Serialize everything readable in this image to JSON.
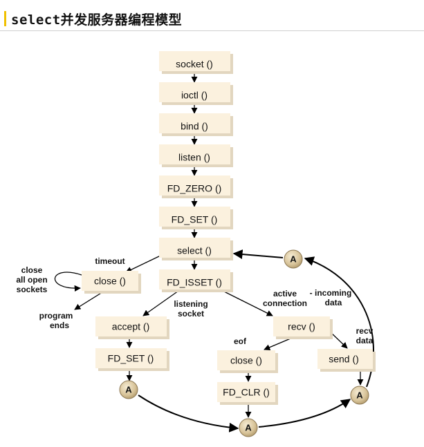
{
  "page": {
    "title": "select并发服务器编程模型"
  },
  "diagram": {
    "nodes": {
      "socket": "socket ()",
      "ioctl": "ioctl ()",
      "bind": "bind ()",
      "listen": "listen ()",
      "fd_zero": "FD_ZERO ()",
      "fd_set_main": "FD_SET ()",
      "select": "select ()",
      "fd_isset": "FD_ISSET ()",
      "close_timeout": "close ()",
      "accept": "accept ()",
      "fd_set_accept": "FD_SET ()",
      "recv": "recv ()",
      "close_eof": "close ()",
      "fd_clr": "FD_CLR ()",
      "send": "send ()"
    },
    "labels": {
      "timeout": "timeout",
      "close_all_1": "close",
      "close_all_2": "all open",
      "close_all_3": "sockets",
      "program_ends_1": "program",
      "program_ends_2": "ends",
      "listening_1": "listening",
      "listening_2": "socket",
      "active_1": "active",
      "active_2": "connection",
      "incoming_1": "- incoming",
      "incoming_2": "data",
      "eof": "eof",
      "recv_data_1": "recv",
      "recv_data_2": "data"
    },
    "connector_label": "A",
    "colors": {
      "box_fill": "#fbf1de",
      "box_shadow": "#e2d6bf",
      "connector_fill": "#d8c49a",
      "line": "#000000"
    }
  }
}
